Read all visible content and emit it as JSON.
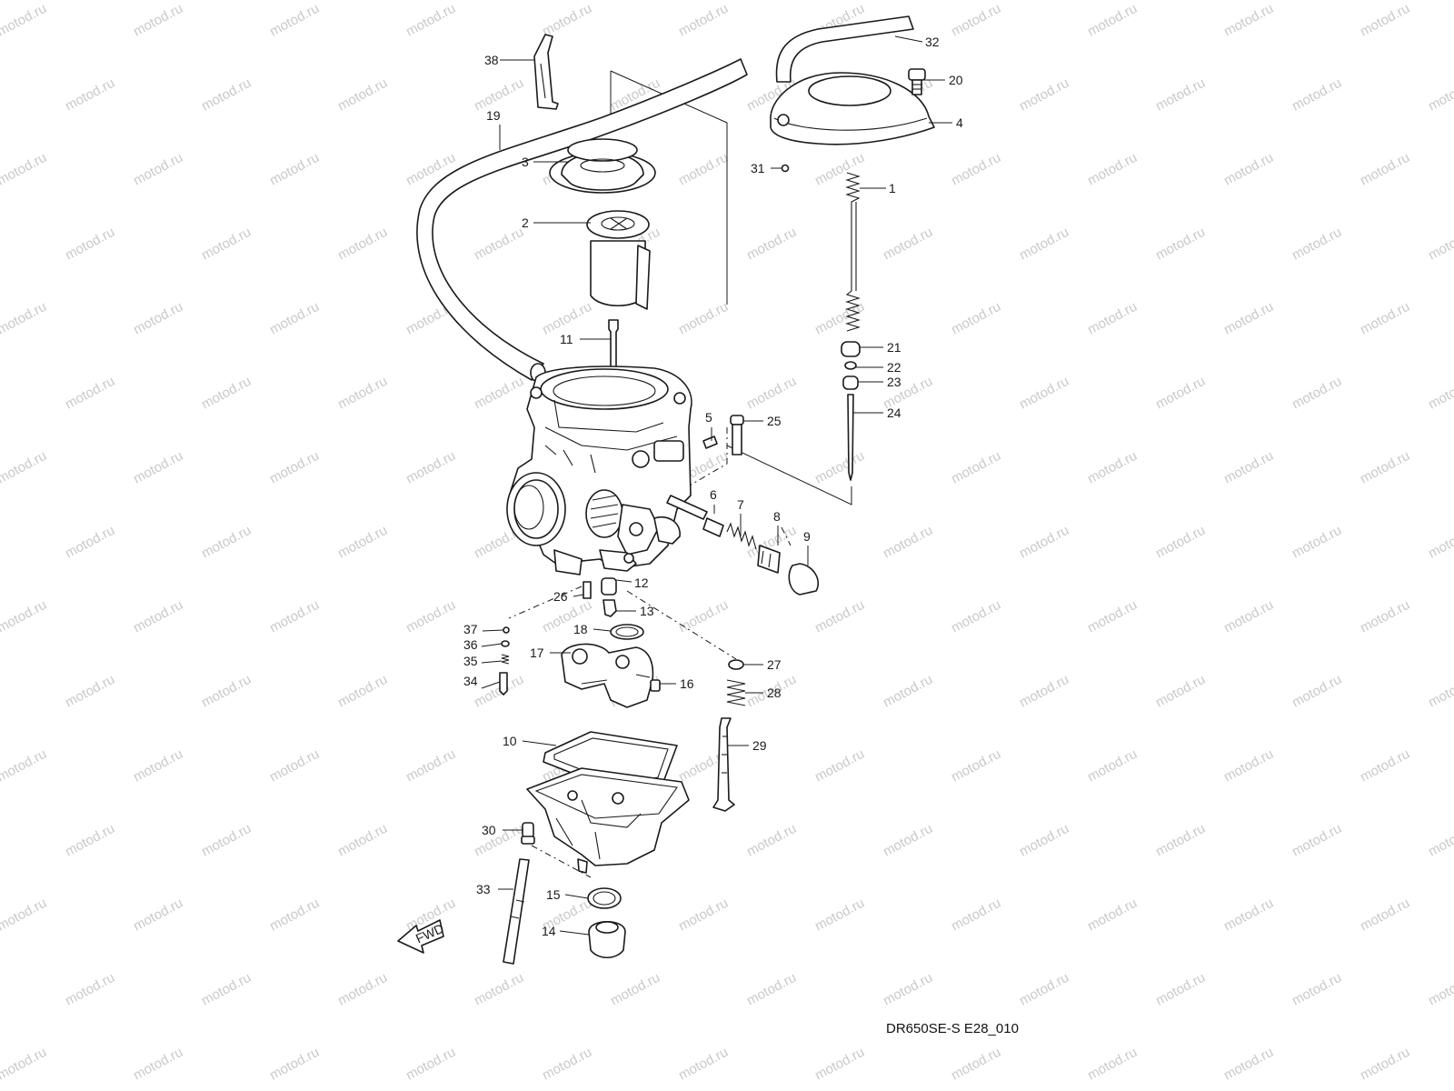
{
  "diagram": {
    "code": "DR650SE-S E28_010",
    "watermark": "motod.ru",
    "fwd_text": "FWD",
    "callouts": [
      {
        "id": "c1",
        "label": "1"
      },
      {
        "id": "c2",
        "label": "2"
      },
      {
        "id": "c3",
        "label": "3"
      },
      {
        "id": "c4",
        "label": "4"
      },
      {
        "id": "c5",
        "label": "5"
      },
      {
        "id": "c6",
        "label": "6"
      },
      {
        "id": "c7",
        "label": "7"
      },
      {
        "id": "c8",
        "label": "8"
      },
      {
        "id": "c9",
        "label": "9"
      },
      {
        "id": "c10",
        "label": "10"
      },
      {
        "id": "c11",
        "label": "11"
      },
      {
        "id": "c12",
        "label": "12"
      },
      {
        "id": "c13",
        "label": "13"
      },
      {
        "id": "c14",
        "label": "14"
      },
      {
        "id": "c15",
        "label": "15"
      },
      {
        "id": "c16",
        "label": "16"
      },
      {
        "id": "c17",
        "label": "17"
      },
      {
        "id": "c18",
        "label": "18"
      },
      {
        "id": "c19",
        "label": "19"
      },
      {
        "id": "c20",
        "label": "20"
      },
      {
        "id": "c21",
        "label": "21"
      },
      {
        "id": "c22",
        "label": "22"
      },
      {
        "id": "c23",
        "label": "23"
      },
      {
        "id": "c24",
        "label": "24"
      },
      {
        "id": "c25",
        "label": "25"
      },
      {
        "id": "c26",
        "label": "26"
      },
      {
        "id": "c27",
        "label": "27"
      },
      {
        "id": "c28",
        "label": "28"
      },
      {
        "id": "c29",
        "label": "29"
      },
      {
        "id": "c30",
        "label": "30"
      },
      {
        "id": "c31",
        "label": "31"
      },
      {
        "id": "c32",
        "label": "32"
      },
      {
        "id": "c33",
        "label": "33"
      },
      {
        "id": "c34",
        "label": "34"
      },
      {
        "id": "c35",
        "label": "35"
      },
      {
        "id": "c36",
        "label": "36"
      },
      {
        "id": "c37",
        "label": "37"
      },
      {
        "id": "c38",
        "label": "38"
      }
    ]
  }
}
